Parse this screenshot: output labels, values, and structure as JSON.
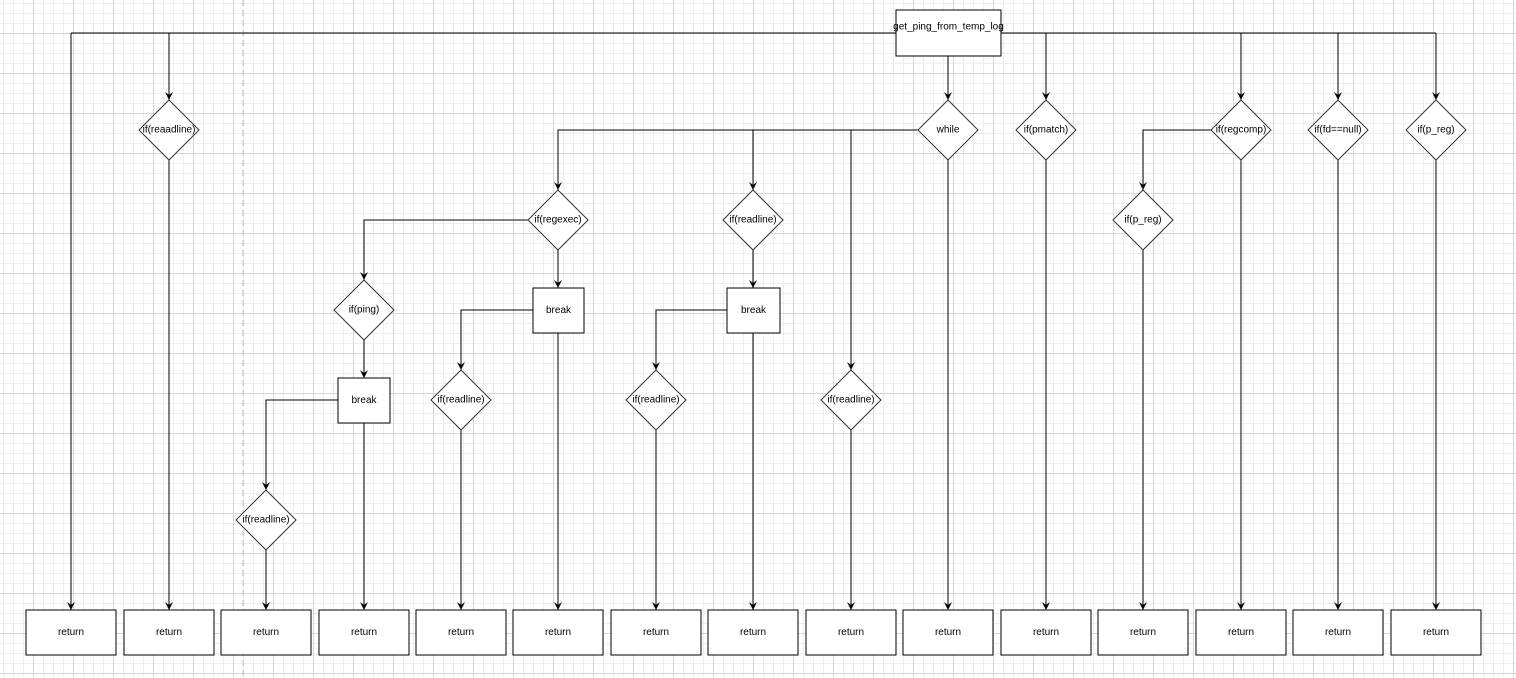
{
  "diagram": {
    "root": "get_ping_from_temp_log",
    "nodes": {
      "d_readline_left": "if(reaadline)",
      "d_while": "while",
      "d_pmatch": "if(pmatch)",
      "d_regcomp": "if(regcomp)",
      "d_fdnull": "if(fd==null)",
      "d_preg": "if(p_reg)",
      "d_regexec": "if(regexec)",
      "d_readline_mid": "if(readline)",
      "d_ping": "if(ping)",
      "b_break1": "break",
      "b_break2": "break",
      "b_break3": "break",
      "d_readline_a": "if(readline)",
      "d_readline_b": "if(readline)",
      "d_readline_c": "if(readline)",
      "d_readline_d": "if(readline)",
      "d_preg2": "if(p_reg)"
    },
    "return_label": "return",
    "return_count": 15
  }
}
